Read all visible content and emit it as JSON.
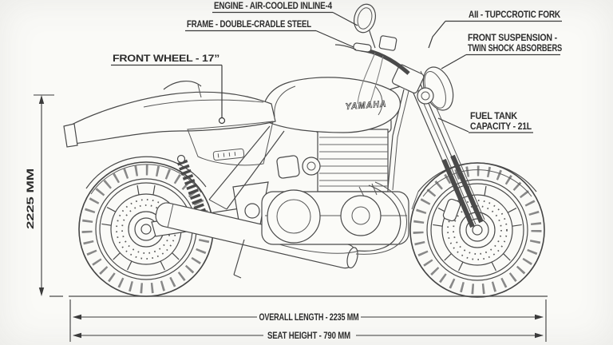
{
  "colors": {
    "background": "#fafaf7",
    "ink": "#4a4a4a",
    "label": "#2d2d2d"
  },
  "callouts": {
    "engine": "ENGINE - AIR-COOLED INLINE-4",
    "frame": "FRAME - DOUBLE-CRADLE STEEL",
    "front_wheel": "FRONT WHEEL - 17”",
    "fork": "AII - TUPCCROTIC FORK",
    "front_suspension_line1": "FRONT SUSPENSION -",
    "front_suspension_line2": "TWIN SHOCK ABSORBERS",
    "fuel_tank_line1": "FUEL TANK",
    "fuel_tank_line2": "CAPACITY - 21L"
  },
  "dimensions": {
    "overall_height": "2225 MM",
    "overall_length": "OVERALL LENGTH - 2235 MM",
    "seat_height": "SEAT HEIGHT - 790 MM"
  },
  "bike": {
    "tank_logo": "YAMAHA"
  }
}
